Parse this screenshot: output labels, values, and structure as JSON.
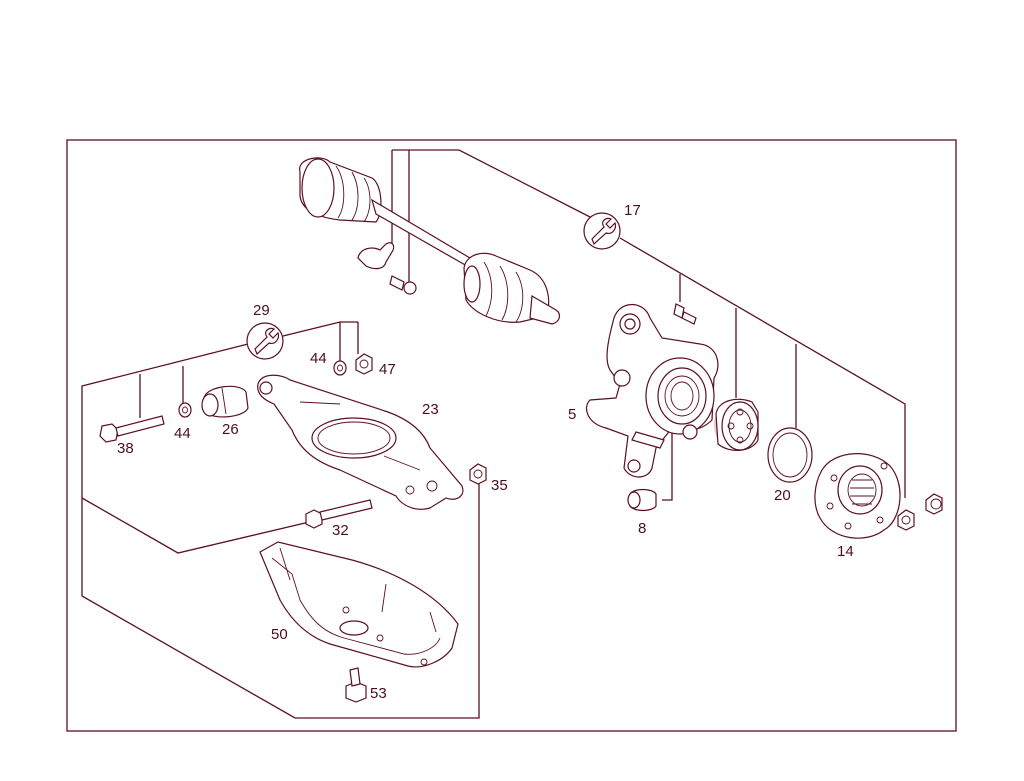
{
  "labels": {
    "l5": "5",
    "l8": "8",
    "l14": "14",
    "l17": "17",
    "l20": "20",
    "l23": "23",
    "l26": "26",
    "l29": "29",
    "l32": "32",
    "l35": "35",
    "l38": "38",
    "l44a": "44",
    "l44b": "44",
    "l47": "47",
    "l50": "50",
    "l53": "53"
  },
  "icons": {
    "torque": "wrench-icon"
  },
  "colors": {
    "line": "#5a1020",
    "highlight": "#f6c8d2",
    "label": "#4a0f1c"
  }
}
